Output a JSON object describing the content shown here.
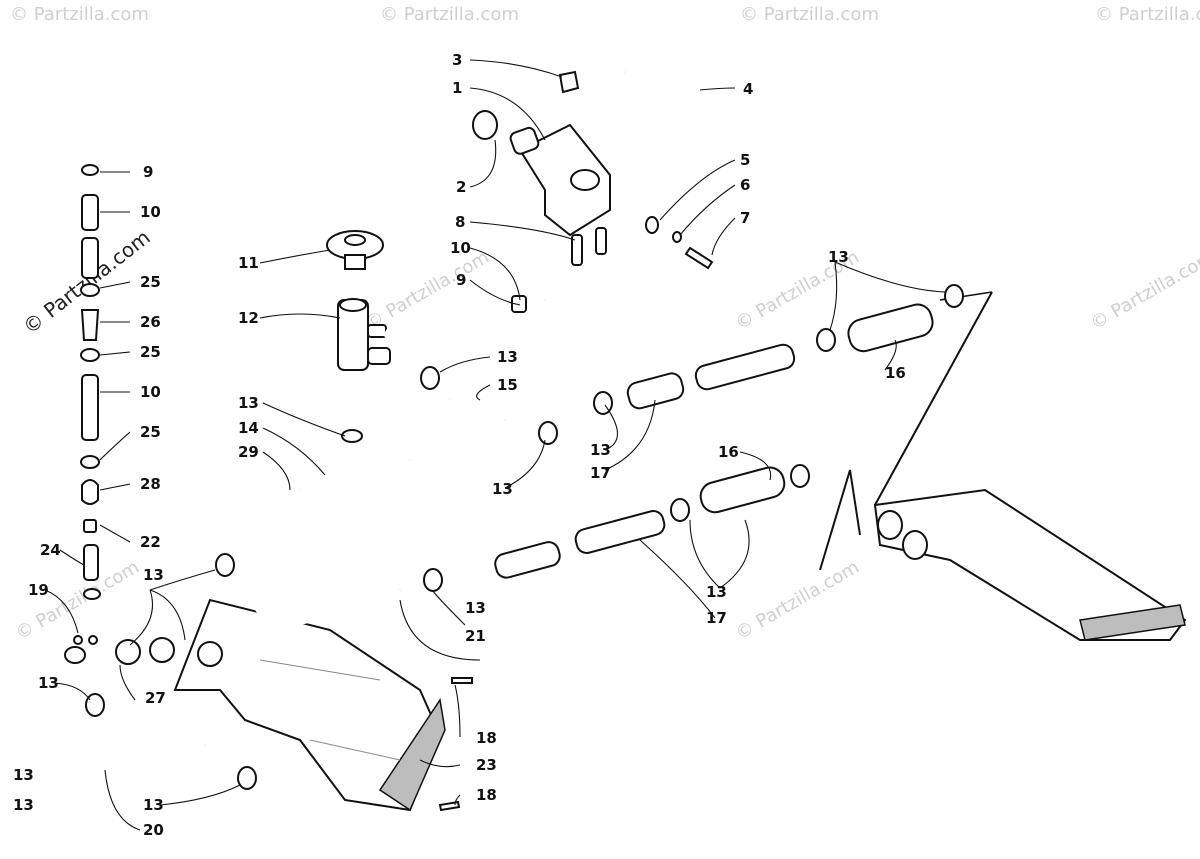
{
  "watermark": {
    "text": "© Partzilla.com",
    "repeats": [
      "© Partzilla.com",
      "© Partzilla.com",
      "© Partzilla.com",
      "© Partzilla.com",
      "© Partzilla.com",
      "© Partzilla.com",
      "© Partzilla.com",
      "© Partzilla.com",
      "© Partzilla.com",
      "© Partzilla.com"
    ]
  },
  "callouts": [
    "1",
    "2",
    "3",
    "4",
    "5",
    "6",
    "7",
    "8",
    "9",
    "10",
    "11",
    "12",
    "13",
    "14",
    "15",
    "16",
    "17",
    "18",
    "19",
    "20",
    "21",
    "22",
    "23",
    "24",
    "25",
    "26",
    "27",
    "28",
    "29"
  ],
  "labels": [
    {
      "id": "3",
      "text": "3"
    },
    {
      "id": "1",
      "text": "1"
    },
    {
      "id": "4",
      "text": "4"
    },
    {
      "id": "2",
      "text": "2"
    },
    {
      "id": "5",
      "text": "5"
    },
    {
      "id": "6",
      "text": "6"
    },
    {
      "id": "7",
      "text": "7"
    },
    {
      "id": "8",
      "text": "8"
    },
    {
      "id": "10a",
      "text": "10"
    },
    {
      "id": "9a",
      "text": "9"
    },
    {
      "id": "11",
      "text": "11"
    },
    {
      "id": "12",
      "text": "12"
    },
    {
      "id": "9b",
      "text": "9"
    },
    {
      "id": "10b",
      "text": "10"
    },
    {
      "id": "25a",
      "text": "25"
    },
    {
      "id": "26",
      "text": "26"
    },
    {
      "id": "25b",
      "text": "25"
    },
    {
      "id": "10c",
      "text": "10"
    },
    {
      "id": "25c",
      "text": "25"
    },
    {
      "id": "28",
      "text": "28"
    },
    {
      "id": "22",
      "text": "22"
    },
    {
      "id": "24",
      "text": "24"
    },
    {
      "id": "19",
      "text": "19"
    },
    {
      "id": "13a",
      "text": "13"
    },
    {
      "id": "13b",
      "text": "13"
    },
    {
      "id": "15",
      "text": "15"
    },
    {
      "id": "13c",
      "text": "13"
    },
    {
      "id": "14",
      "text": "14"
    },
    {
      "id": "29",
      "text": "29"
    },
    {
      "id": "13d",
      "text": "13"
    },
    {
      "id": "13e",
      "text": "13"
    },
    {
      "id": "17a",
      "text": "17"
    },
    {
      "id": "13f",
      "text": "13"
    },
    {
      "id": "16a",
      "text": "16"
    },
    {
      "id": "16b",
      "text": "16"
    },
    {
      "id": "13g",
      "text": "13"
    },
    {
      "id": "13h",
      "text": "13"
    },
    {
      "id": "13i",
      "text": "13"
    },
    {
      "id": "17b",
      "text": "17"
    },
    {
      "id": "21",
      "text": "21"
    },
    {
      "id": "13j",
      "text": "13"
    },
    {
      "id": "27",
      "text": "27"
    },
    {
      "id": "13k",
      "text": "13"
    },
    {
      "id": "18a",
      "text": "18"
    },
    {
      "id": "23",
      "text": "23"
    },
    {
      "id": "13l",
      "text": "13"
    },
    {
      "id": "18b",
      "text": "18"
    },
    {
      "id": "20",
      "text": "20"
    }
  ]
}
